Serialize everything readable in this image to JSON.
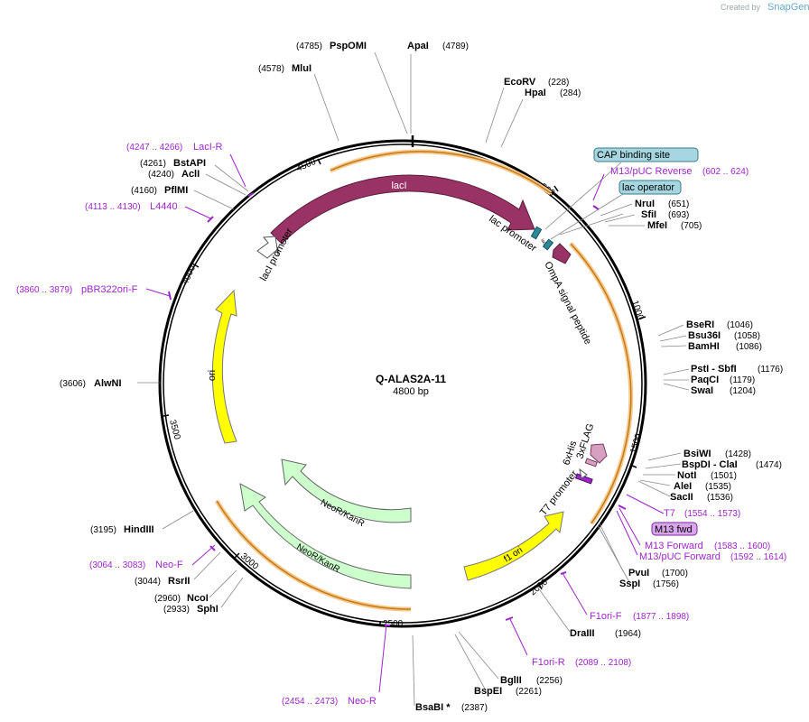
{
  "brand": {
    "created_by": "Created by",
    "name": "SnapGene"
  },
  "plasmid": {
    "name": "Q-ALAS2A-11",
    "length_label": "4800 bp",
    "length": 4800
  },
  "ticks": [
    "500",
    "1000",
    "1500",
    "2000",
    "2500",
    "3000",
    "3500",
    "4000",
    "4500"
  ],
  "sites": [
    {
      "name": "ApaI",
      "pos": "(4789)"
    },
    {
      "name": "PspOMI",
      "pos": "(4785)"
    },
    {
      "name": "MluI",
      "pos": "(4578)"
    },
    {
      "name": "EcoRV",
      "pos": "(228)"
    },
    {
      "name": "HpaI",
      "pos": "(284)"
    },
    {
      "name": "BstAPI",
      "pos": "(4261)"
    },
    {
      "name": "AclI",
      "pos": "(4240)"
    },
    {
      "name": "PflMI",
      "pos": "(4160)"
    },
    {
      "name": "NruI",
      "pos": "(651)"
    },
    {
      "name": "SfiI",
      "pos": "(693)"
    },
    {
      "name": "MfeI",
      "pos": "(705)"
    },
    {
      "name": "BseRI",
      "pos": "(1046)"
    },
    {
      "name": "Bsu36I",
      "pos": "(1058)"
    },
    {
      "name": "BamHI",
      "pos": "(1086)"
    },
    {
      "name": "PstI - SbfI",
      "pos": "(1176)"
    },
    {
      "name": "PaqCI",
      "pos": "(1179)"
    },
    {
      "name": "SwaI",
      "pos": "(1204)"
    },
    {
      "name": "AlwNI",
      "pos": "(3606)"
    },
    {
      "name": "BsiWI",
      "pos": "(1428)"
    },
    {
      "name": "BspDI - ClaI",
      "pos": "(1474)"
    },
    {
      "name": "NotI",
      "pos": "(1501)"
    },
    {
      "name": "AleI",
      "pos": "(1535)"
    },
    {
      "name": "SacII",
      "pos": "(1536)"
    },
    {
      "name": "HindIII",
      "pos": "(3195)"
    },
    {
      "name": "RsrII",
      "pos": "(3044)"
    },
    {
      "name": "NcoI",
      "pos": "(2960)"
    },
    {
      "name": "SphI",
      "pos": "(2933)"
    },
    {
      "name": "PvuI",
      "pos": "(1700)"
    },
    {
      "name": "SspI",
      "pos": "(1756)"
    },
    {
      "name": "DraIII",
      "pos": "(1964)"
    },
    {
      "name": "BglII",
      "pos": "(2256)"
    },
    {
      "name": "BspEI",
      "pos": "(2261)"
    },
    {
      "name": "BsaBI *",
      "pos": "(2387)"
    }
  ],
  "primers": [
    {
      "name": "LacI-R",
      "range": "(4247 .. 4266)"
    },
    {
      "name": "L4440",
      "range": "(4113 .. 4130)"
    },
    {
      "name": "pBR322ori-F",
      "range": "(3860 .. 3879)"
    },
    {
      "name": "M13/pUC Reverse",
      "range": "(602 .. 624)"
    },
    {
      "name": "T7",
      "range": "(1554 .. 1573)"
    },
    {
      "name": "M13 Forward",
      "range": "(1583 .. 1600)"
    },
    {
      "name": "M13/pUC Forward",
      "range": "(1592 .. 1614)"
    },
    {
      "name": "Neo-F",
      "range": "(3064 .. 3083)"
    },
    {
      "name": "F1ori-F",
      "range": "(1877 .. 1898)"
    },
    {
      "name": "F1ori-R",
      "range": "(2089 .. 2108)"
    },
    {
      "name": "Neo-R",
      "range": "(2454 .. 2473)"
    }
  ],
  "boxed": {
    "cap": "CAP binding site",
    "lac_operator": "lac operator",
    "m13_fwd": "M13 fwd"
  },
  "features": {
    "lacI": "lacI",
    "lacI_promoter": "lacI promoter",
    "lac_promoter": "lac promoter",
    "ompA": "OmpA signal peptide",
    "ori": "ori",
    "neo1": "NeoR/KanR",
    "neo2": "NeoR/KanR",
    "f1ori": "f1 ori",
    "t7_promoter": "T7 promoter",
    "his": "6xHis",
    "flag": "3xFLAG"
  },
  "colors": {
    "lacI": "#993366",
    "ori": "#ffff00",
    "neo": "#ccffcc",
    "primer": "#9b26c9",
    "box": "#a6d7e0",
    "box_fwd": "#d9a6ec"
  }
}
